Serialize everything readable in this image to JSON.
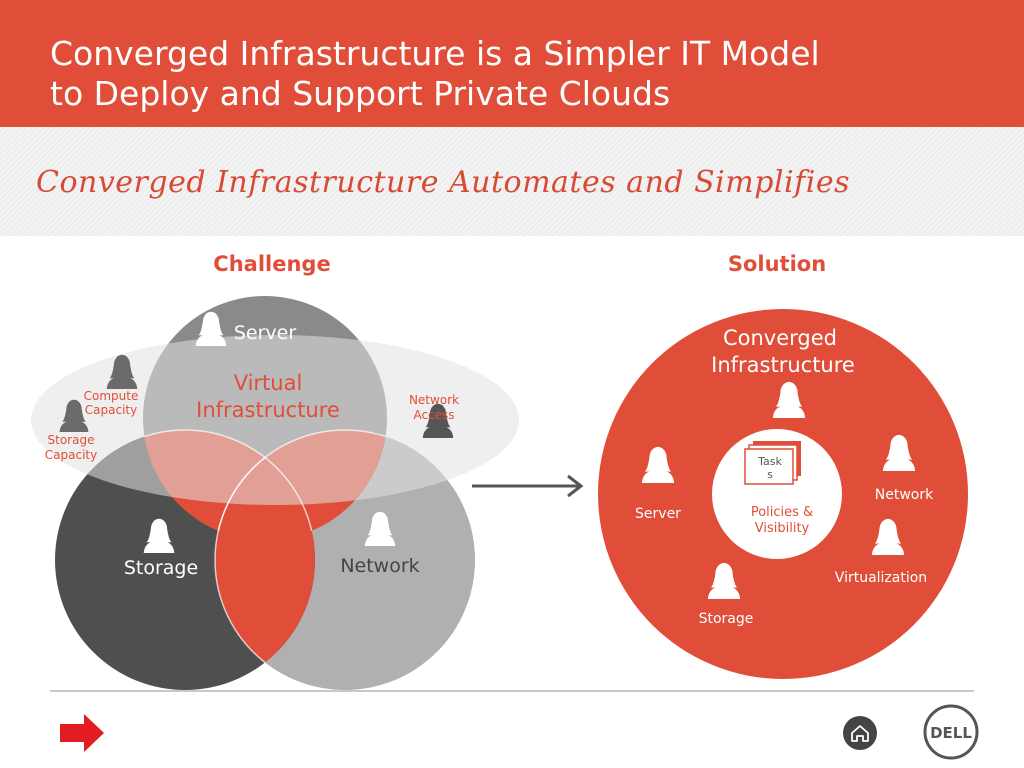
{
  "header": {
    "title_line1": "Converged Infrastructure is a Simpler IT  Model",
    "title_line2": "to Deploy and Support Private Clouds"
  },
  "subtitle": "Converged Infrastructure Automates and Simplifies",
  "challenge": {
    "heading": "Challenge",
    "server": "Server",
    "virtual_line1": "Virtual",
    "virtual_line2": "Infrastructure",
    "storage": "Storage",
    "network": "Network",
    "compute_line1": "Compute",
    "compute_line2": "Capacity",
    "storage_cap_line1": "Storage",
    "storage_cap_line2": "Capacity",
    "netaccess_line1": "Network",
    "netaccess_line2": "Access"
  },
  "solution": {
    "heading": "Solution",
    "ci_line1": "Converged",
    "ci_line2": "Infrastructure",
    "tasks_line1": "Task",
    "tasks_line2": "s",
    "policies_line1": "Policies &",
    "policies_line2": "Visibility",
    "server": "Server",
    "network": "Network",
    "virtualization": "Virtualization",
    "storage": "Storage"
  },
  "footer": {
    "logo_text": "DELL"
  },
  "colors": {
    "accent": "#e04e39",
    "dark_gray": "#4d4d4d",
    "mid_gray": "#8a8a8a",
    "light_gray": "#b3b3b3"
  },
  "icons": [
    "person-icon",
    "arrow-right-icon",
    "home-icon",
    "dell-logo"
  ]
}
